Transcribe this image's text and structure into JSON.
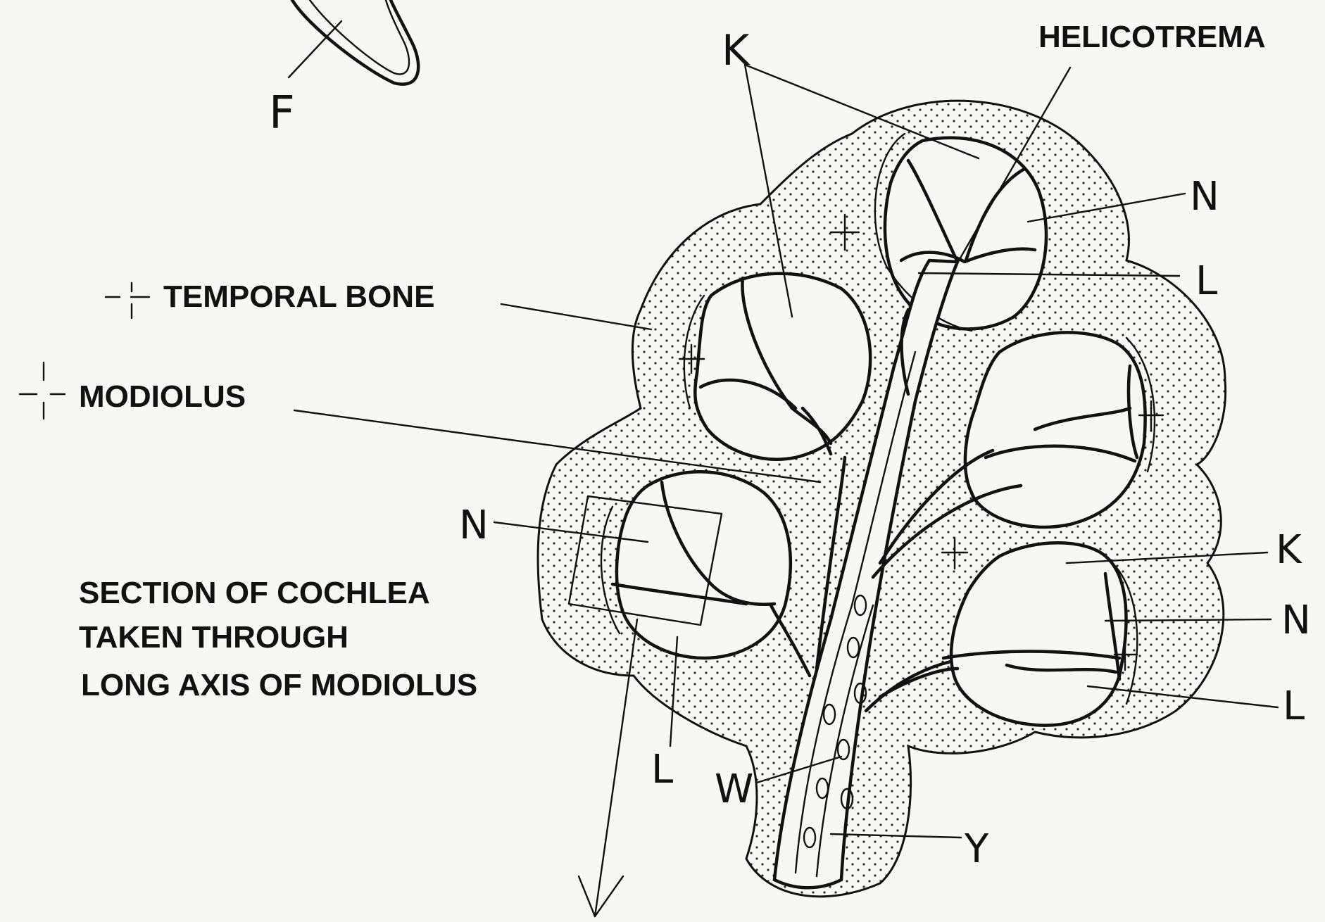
{
  "labels": {
    "helicotrema": "HELICOTREMA",
    "temporal_bone": "TEMPORAL BONE",
    "modiolus": "MODIOLUS",
    "caption": [
      "SECTION OF COCHLEA",
      "TAKEN THROUGH",
      "LONG AXIS OF MODIOLUS"
    ]
  },
  "letters": {
    "f": "F",
    "k_top": "K",
    "k_right": "K",
    "n_top": "N",
    "n_left": "N",
    "n_right": "N",
    "l_top": "L",
    "l_left": "L",
    "l_right": "L",
    "w": "W",
    "y": "Y"
  },
  "colors": {
    "ink": "#111111",
    "paper": "#f7f7f5",
    "stipple": "#2a2a2a"
  }
}
